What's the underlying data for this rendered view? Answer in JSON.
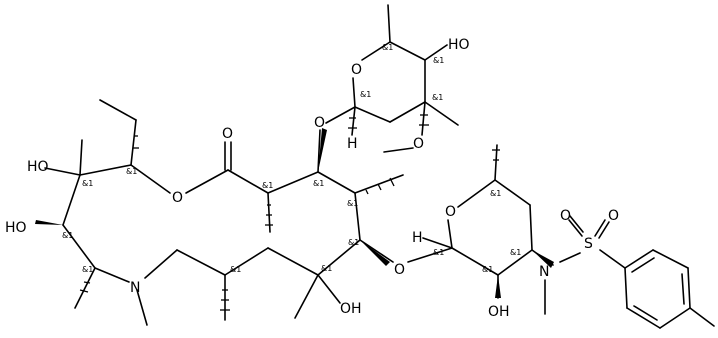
{
  "diagram": {
    "type": "chemical-structure",
    "atom_labels": {
      "o_sugar_top_ring": "O",
      "oh_sugar_top": "HO",
      "o_glycosidic_top": "O",
      "h_anomeric_top": "H",
      "o_methoxy": "O",
      "o_lactone_carbonyl": "O",
      "o_lactone_ring": "O",
      "ho_c11": "HO",
      "ho_c10": "HO",
      "n_macrocycle": "N",
      "oh_c6": "OH",
      "o_glycosidic_bottom": "O",
      "o_sugar_bottom_ring": "O",
      "h_anomeric_bottom": "H",
      "oh_sugar_bottom": "OH",
      "n_sulfonamide": "N",
      "s_sulfonyl": "S",
      "o_sulfonyl_left": "O",
      "o_sulfonyl_right": "O"
    },
    "stereo_label": "&1",
    "stereo_count": 18
  }
}
